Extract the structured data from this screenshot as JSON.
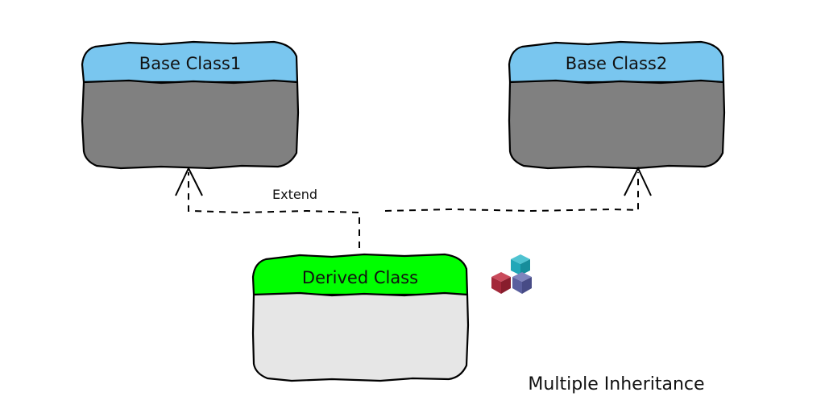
{
  "title": "Multiple Inheritance",
  "relation_label": "Extend",
  "classes": [
    {
      "id": "base1",
      "name": "Base Class1",
      "header_color": "#79c6ef",
      "body_color": "#808080"
    },
    {
      "id": "base2",
      "name": "Base Class2",
      "header_color": "#79c6ef",
      "body_color": "#808080"
    },
    {
      "id": "derived",
      "name": "Derived Class",
      "header_color": "#00ff00",
      "body_color": "#e6e6e6"
    }
  ],
  "relations": [
    {
      "from": "derived",
      "to": "base1",
      "type": "generalization",
      "style": "dashed"
    },
    {
      "from": "derived",
      "to": "base2",
      "type": "generalization",
      "style": "dashed"
    }
  ],
  "logo": {
    "icon": "cubes-icon",
    "colors": [
      "#21a7b8",
      "#a3283a",
      "#5a5f9e"
    ]
  }
}
